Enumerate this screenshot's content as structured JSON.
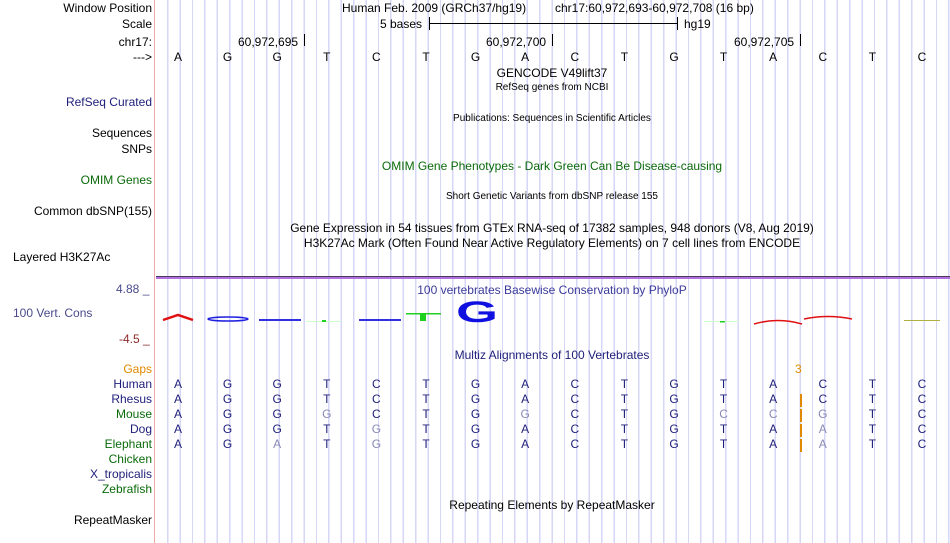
{
  "header": {
    "assembly": "Human Feb. 2009 (GRCh37/hg19)",
    "position": "chr17:60,972,693-60,972,708 (16 bp)",
    "scale_label": "5 bases",
    "scale_db": "hg19",
    "ticks": [
      "60,972,695",
      "60,972,700",
      "60,972,705"
    ]
  },
  "labels": {
    "window_position": "Window Position",
    "scale": "Scale",
    "chrom": "chr17:",
    "strand": "--->",
    "refseq": "RefSeq Curated",
    "sequences": "Sequences",
    "snps": "SNPs",
    "omim": "OMIM Genes",
    "dbsnp": "Common dbSNP(155)",
    "h3k27ac": "Layered H3K27Ac",
    "cons": "100 Vert. Cons",
    "cons_max": "4.88 _",
    "cons_min": "-4.5 _",
    "gaps": "Gaps",
    "repeatmasker": "RepeatMasker"
  },
  "sequence": [
    "A",
    "G",
    "G",
    "T",
    "C",
    "T",
    "G",
    "A",
    "C",
    "T",
    "G",
    "T",
    "A",
    "C",
    "T",
    "C"
  ],
  "tracks": {
    "gencode": "GENCODE V49lift37",
    "refseq_desc": "RefSeq genes from NCBI",
    "publications": "Publications: Sequences in Scientific Articles",
    "omim_desc": "OMIM Gene Phenotypes - Dark Green Can Be Disease-causing",
    "dbsnp_desc": "Short Genetic Variants from dbSNP release 155",
    "gtex_desc": "Gene Expression in 54 tissues from GTEx RNA-seq of 17382 samples, 948 donors (V8, Aug 2019)",
    "h3k27ac_desc": "H3K27Ac Mark (Often Found Near Active Regulatory Elements) on 7 cell lines from ENCODE",
    "phylop_desc": "100 vertebrates Basewise Conservation by PhyloP",
    "multiz_desc": "Multiz Alignments of 100 Vertebrates",
    "gap_count": "3",
    "repeat_desc": "Repeating Elements by RepeatMasker"
  },
  "alignment": [
    {
      "species": "Human",
      "color": "navy",
      "seq": "AGGTCTGACTGTACTC",
      "mismatch": []
    },
    {
      "species": "Rhesus",
      "color": "navy",
      "seq": "AGGTCTGACTGTACTC",
      "mismatch": []
    },
    {
      "species": "Mouse",
      "color": "green",
      "seq": "AGGGCTGGCTGCCGTC",
      "mismatch": [
        3,
        7,
        11,
        12,
        13
      ]
    },
    {
      "species": "Dog",
      "color": "navy",
      "seq": "AGGTGTGACTGTAATC",
      "mismatch": [
        4,
        13
      ]
    },
    {
      "species": "Elephant",
      "color": "green",
      "seq": "AGATGTGACTGTAATC",
      "mismatch": [
        2,
        4,
        13
      ]
    },
    {
      "species": "Chicken",
      "color": "green",
      "seq": "",
      "mismatch": []
    },
    {
      "species": "X_tropicalis",
      "color": "navy",
      "seq": "",
      "mismatch": []
    },
    {
      "species": "Zebrafish",
      "color": "green",
      "seq": "",
      "mismatch": []
    }
  ],
  "colors": {
    "navy": "#1e1e7a",
    "green": "#0a6a0a",
    "orange": "#e08a00",
    "purple": "#b070e0"
  }
}
